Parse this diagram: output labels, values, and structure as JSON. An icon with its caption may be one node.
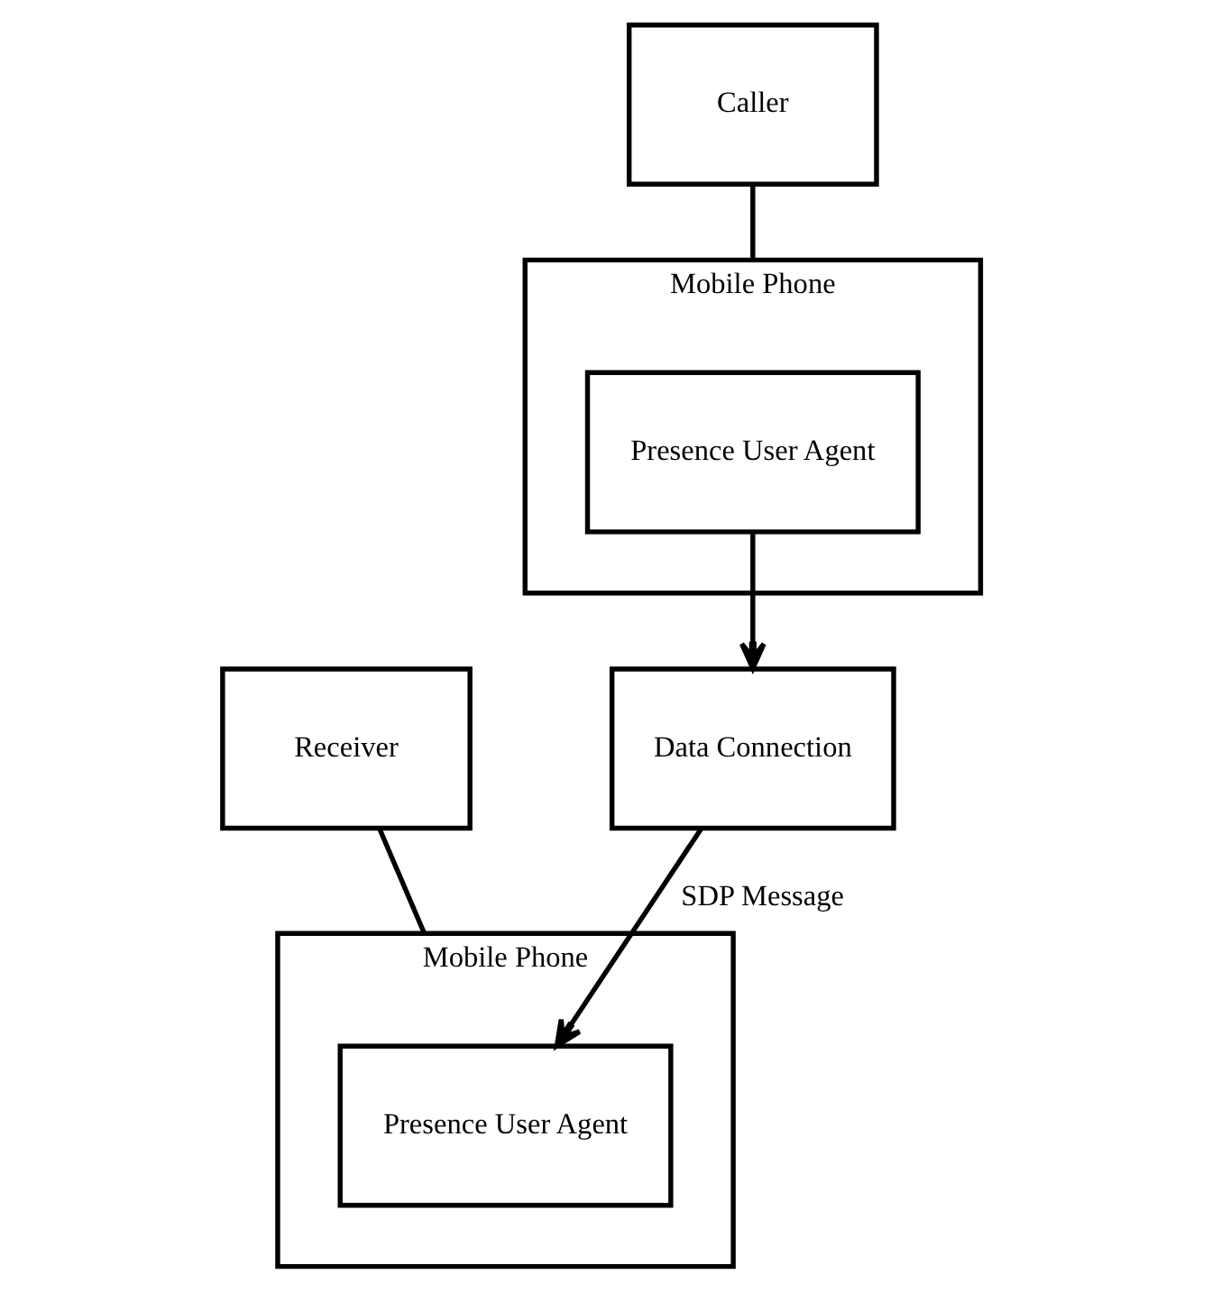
{
  "diagram": {
    "nodes": [
      {
        "text": [
          "Receiver"
        ]
      },
      {
        "text": [
          "Mobile Phone"
        ]
      },
      {
        "text": [
          "Presence User Agent"
        ],
        "in": 1
      },
      {
        "text": [
          "Data Connection"
        ]
      },
      {
        "text": [
          "Caller"
        ]
      },
      {
        "text": [
          "Mobile Phone"
        ]
      },
      {
        "text": [
          "Presence User Agent"
        ],
        "in": 5
      }
    ],
    "edges": [
      {
        "from": 0,
        "to": 1,
        "arrow": "none"
      },
      {
        "from": 3,
        "to": 2,
        "arrow": "to",
        "label": "SDP Message"
      },
      {
        "from": 4,
        "to": 5,
        "arrow": "none"
      },
      {
        "from": 6,
        "to": 3,
        "arrow": "to"
      }
    ]
  }
}
